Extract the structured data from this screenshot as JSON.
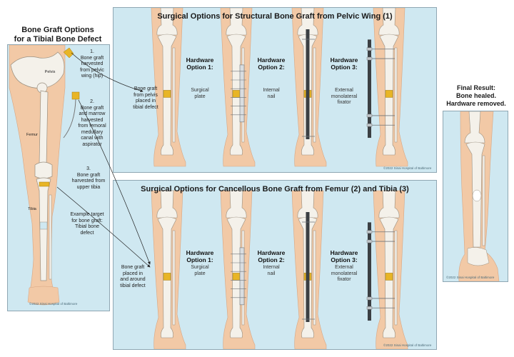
{
  "left_panel": {
    "title_line1": "Bone Graft Options",
    "title_line2": "for a Tibial Bone Defect",
    "step1": [
      "1.",
      "Bone graft",
      "harvested",
      "from pelvic",
      "wing (hip)"
    ],
    "step2": [
      "2.",
      "Bone graft",
      "and marrow",
      "harvested",
      "from femoral",
      "medullary",
      "canal with",
      "aspirator"
    ],
    "step3": [
      "3.",
      "Bone graft",
      "harvested from",
      "upper tibia"
    ],
    "target": [
      "Example target",
      "for bone graft:",
      "Tibial bone",
      "defect"
    ],
    "anatomy": {
      "pelvis": "Pelvis",
      "femur": "Femur",
      "tibia": "Tibia"
    },
    "copyright": "©2022 Sinai Hospital of Baltimore"
  },
  "top_panel": {
    "title": "Surgical Options for Structural Bone Graft from Pelvic Wing (1)",
    "graft_label": [
      "Bone graft",
      "from pelvis",
      "placed in",
      "tibial  defect"
    ],
    "option1": {
      "title": [
        "Hardware",
        "Option 1:"
      ],
      "desc": [
        "Surgical",
        "plate"
      ]
    },
    "option2": {
      "title": [
        "Hardware",
        "Option 2:"
      ],
      "desc": [
        "Internal",
        "nail"
      ]
    },
    "option3": {
      "title": [
        "Hardware",
        "Option 3:"
      ],
      "desc": [
        "External",
        "monolateral",
        "fixator"
      ]
    },
    "copyright": "©2022 Sinai Hospital of Baltimore"
  },
  "bottom_panel": {
    "title": "Surgical Options for Cancellous Bone Graft from Femur (2) and Tibia (3)",
    "graft_label": [
      "Bone graft",
      "placed in",
      "and around",
      "tibial defect"
    ],
    "option1": {
      "title": [
        "Hardware",
        "Option 1:"
      ],
      "desc": [
        "Surgical",
        "plate"
      ]
    },
    "option2": {
      "title": [
        "Hardware",
        "Option 2:"
      ],
      "desc": [
        "Internal",
        "nail"
      ]
    },
    "option3": {
      "title": [
        "Hardware",
        "Option 3:"
      ],
      "desc": [
        "External",
        "monolateral",
        "fixator"
      ]
    },
    "copyright": "©2022 Sinai Hospital of Baltimore"
  },
  "right_panel": {
    "title_line1": "Final Result:",
    "title_line2": "Bone healed.",
    "title_line3": "Hardware removed.",
    "copyright": "©2022 Sinai Hospital of Baltimore"
  },
  "colors": {
    "panel_bg": "#cfe8f1",
    "skin": "#f2c9a6",
    "bone": "#f4f1ea",
    "graft": "#e8b526",
    "hardware": "#6f7478",
    "arrow": "#222222"
  }
}
